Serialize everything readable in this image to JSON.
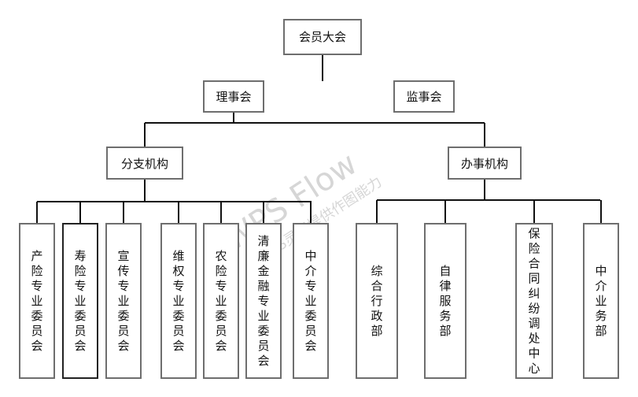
{
  "root": {
    "label": "会员大会"
  },
  "council": {
    "label": "理事会"
  },
  "supervisory": {
    "label": "监事会"
  },
  "branch": {
    "label": "分支机构",
    "children": [
      "产险专业委员会",
      "寿险专业委员会",
      "宣传专业委员会",
      "维权专业委员会",
      "农险专业委员会",
      "清廉金融专业委员会",
      "中介专业委员会"
    ]
  },
  "office": {
    "label": "办事机构",
    "children": [
      "综合行政部",
      "自律服务部",
      "保险合同纠纷调处中心",
      "中介业务部"
    ]
  },
  "watermark": {
    "brand": "WPS Flow",
    "sub": "WPS灵犀提供作图能力"
  }
}
